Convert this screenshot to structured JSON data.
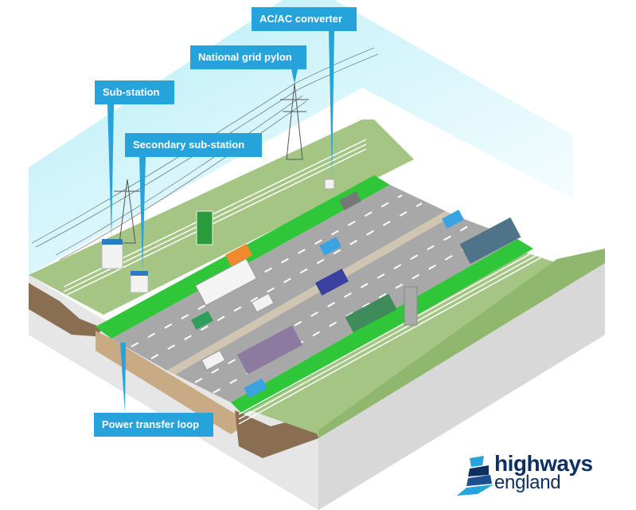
{
  "diagram": {
    "labels": {
      "acac_converter": "AC/AC converter",
      "national_grid_pylon": "National grid pylon",
      "sub_station": "Sub-station",
      "secondary_sub_station": "Secondary sub-station",
      "power_transfer_loop": "Power transfer loop"
    },
    "logo": {
      "line1": "highways",
      "line2": "england"
    },
    "colors": {
      "label_bg": "#27a3dc",
      "label_text": "#ffffff",
      "sky": "#c8f2fa",
      "grass": "#a4c584",
      "road": "#a9a9a9",
      "charging_lane": "#2fc63a",
      "soil": "#8a6e52",
      "ground_side": "#e4e4e4",
      "logo_dark": "#0f2f63",
      "logo_light": "#27a3dc"
    }
  }
}
